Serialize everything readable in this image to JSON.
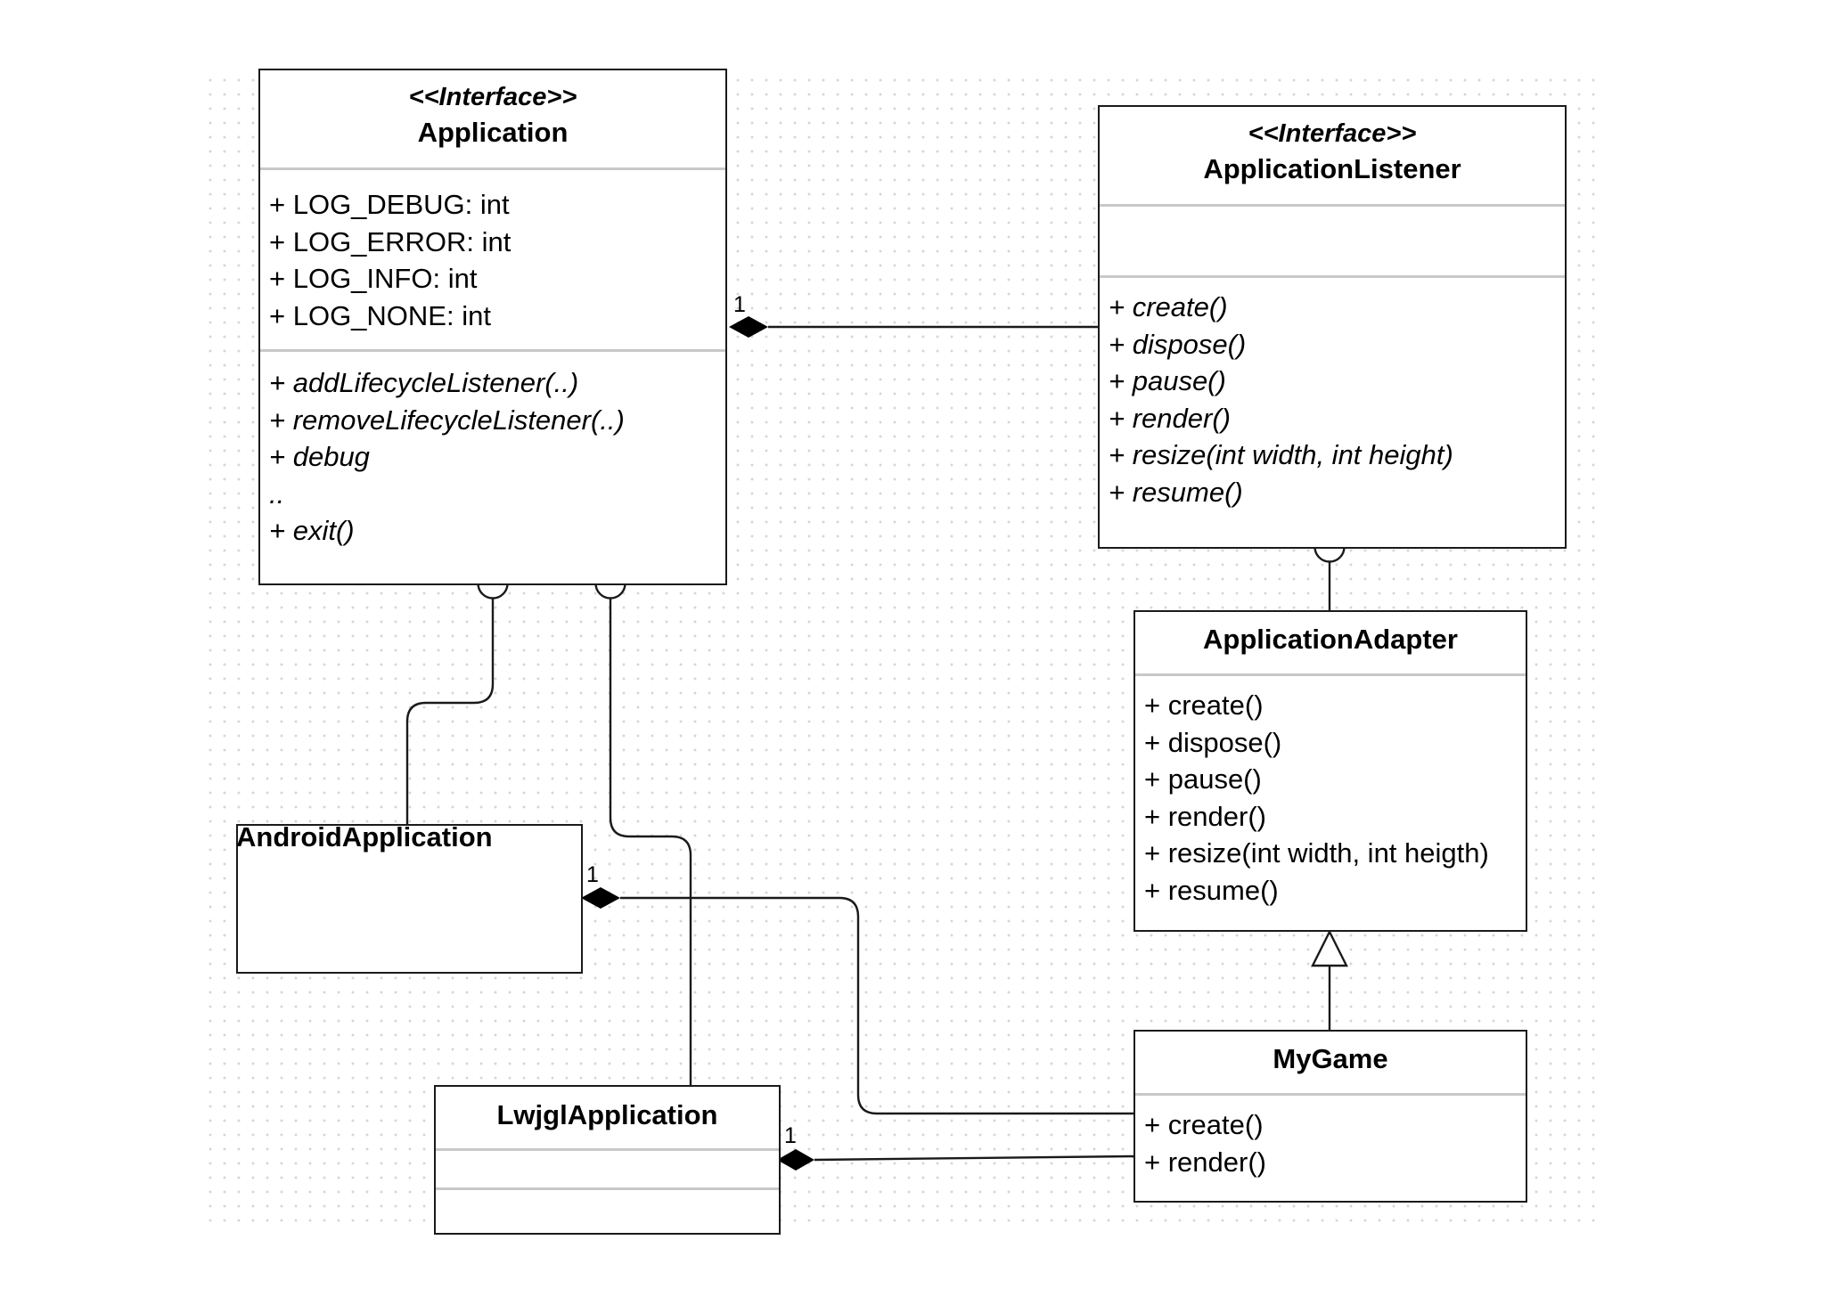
{
  "application": {
    "stereotype": "<<Interface>>",
    "name": "Application",
    "attributes": [
      "+ LOG_DEBUG: int",
      "+ LOG_ERROR: int",
      "+ LOG_INFO: int",
      "+ LOG_NONE: int"
    ],
    "methods": [
      "+ addLifecycleListener(..)",
      "+ removeLifecycleListener(..)",
      "+ debug",
      "..",
      "+ exit()"
    ]
  },
  "application_listener": {
    "stereotype": "<<Interface>>",
    "name": "ApplicationListener",
    "methods": [
      "+ create()",
      "+ dispose()",
      "+ pause()",
      "+ render()",
      "+ resize(int width, int height)",
      "+ resume()"
    ]
  },
  "application_adapter": {
    "name": "ApplicationAdapter",
    "methods": [
      "+ create()",
      "+ dispose()",
      "+ pause()",
      "+ render()",
      "+ resize(int width, int heigth)",
      "+ resume()"
    ]
  },
  "android_application": {
    "name": "AndroidApplication"
  },
  "lwjgl_application": {
    "name": "LwjglApplication"
  },
  "my_game": {
    "name": "MyGame",
    "methods": [
      "+ create()",
      "+ render()"
    ]
  },
  "multiplicities": {
    "application_listener": "1",
    "android_mygame": "1",
    "lwjgl_mygame": "1"
  }
}
